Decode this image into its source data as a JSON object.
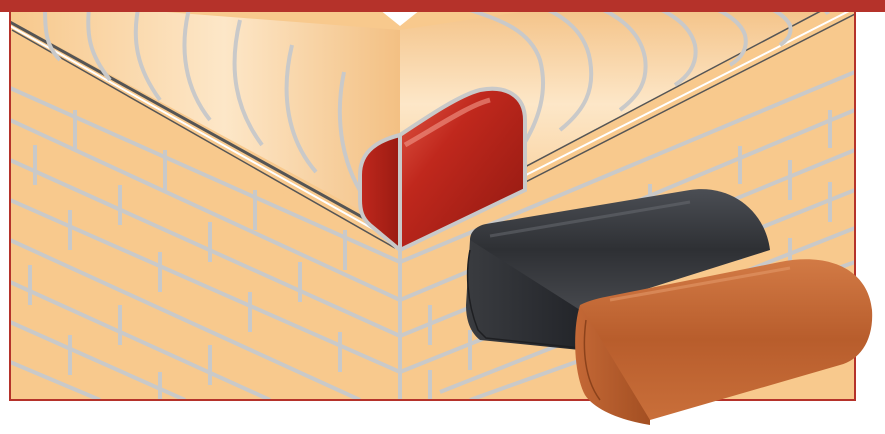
{
  "colors": {
    "frame": "#b5322a",
    "brick_face": "#f8c98d",
    "brick_shade": "#ecb877",
    "mortar": "#c8c8c8",
    "coping_red": "#b8271c",
    "coping_black": "#3b3d42",
    "coping_terracotta": "#c66a35",
    "background": "#ffffff"
  },
  "objects": [
    {
      "name": "brick-wall-corner",
      "description_icon": "brick-wall-icon"
    },
    {
      "name": "red-bullnose-corner-brick",
      "description_icon": "brick-icon"
    },
    {
      "name": "black-bullnose-brick",
      "description_icon": "brick-icon"
    },
    {
      "name": "terracotta-bullnose-brick",
      "description_icon": "brick-icon"
    }
  ]
}
